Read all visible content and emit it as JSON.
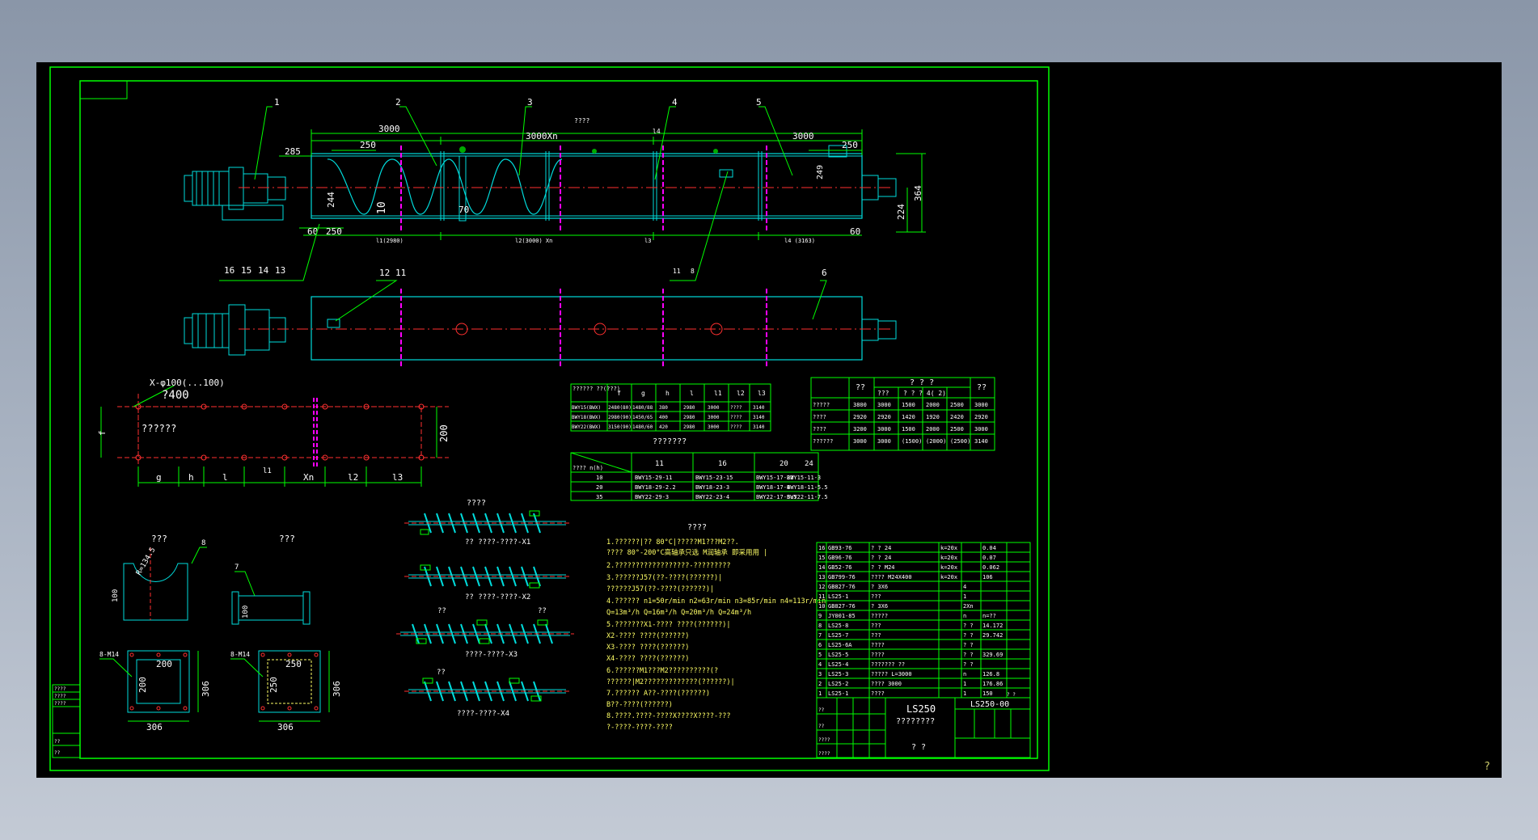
{
  "viewer": {
    "corner_mark": "?"
  },
  "colors": {
    "background": "#000000",
    "border": "#00ff00",
    "outline": "#00dcdc",
    "centerline": "#ff3030",
    "section": "#ff00ff",
    "text": "#ffffff",
    "dim": "#00ff00",
    "label": "#ffff66"
  },
  "elevation": {
    "part_labels": [
      "1",
      "2",
      "3",
      "4",
      "5"
    ],
    "dims_top": {
      "left": "3000",
      "mid": "3000Xn",
      "right": "3000",
      "overall": "????",
      "l4": "l4",
      "d285": "285",
      "d250a": "250",
      "d250b": "250"
    },
    "dims_side": {
      "d244": "244",
      "d10": "10",
      "d70": "70",
      "d249": "249",
      "d224": "224",
      "d364": "364"
    },
    "dims_bottom": {
      "d60a": "60",
      "d250": "250",
      "d60b": "60",
      "seg1": "l1(2980)",
      "seg2": "l2(3000) Xn",
      "seg3": "l3",
      "seg4": "l4 (3163)"
    },
    "lower_labels": [
      "16",
      "15",
      "14",
      "13",
      "11",
      "8"
    ]
  },
  "plan": {
    "labels": [
      "12",
      "11",
      "6"
    ]
  },
  "foundation": {
    "title": "X-φ100(...100)",
    "pitch": "?400",
    "inside": "??????",
    "height_dim": "200",
    "left_dim": "f",
    "bottom_dims": [
      "g",
      "h",
      "l",
      "l1",
      "Xn",
      "l2",
      "l3"
    ]
  },
  "dim_table": {
    "header": [
      "??????\n??(???)",
      "f",
      "g",
      "h",
      "l",
      "l1",
      "l2",
      "l3"
    ],
    "rows": [
      [
        "BWY15(BWX)",
        "2480(80)",
        "1480/88",
        "380",
        "2980",
        "3000",
        "????",
        "3140"
      ],
      [
        "BWY18(BWX)",
        "2980(90)",
        "1450/65",
        "400",
        "2980",
        "3000",
        "????",
        "3140"
      ],
      [
        "BWY22(BWX)",
        "3150(90)",
        "1480/60",
        "420",
        "2980",
        "3000",
        "????",
        "3140"
      ]
    ],
    "caption": "???????"
  },
  "tl_table": {
    "corner": "????\nn(h)",
    "cols": [
      "11",
      "16",
      "20",
      "24"
    ],
    "rows": [
      [
        "10",
        "BWY15-29-11",
        "BWY15-23-15",
        "BWY15-17-22",
        "BWY15-11-3"
      ],
      [
        "20",
        "BWY18-29-2.2",
        "BWY18-23-3",
        "BWY18-17-4",
        "BWY18-11-5.5"
      ],
      [
        "35",
        "BWY22-29-3",
        "BWY22-23-4",
        "BWY22-17-5.5",
        "BWY22-11-7.5"
      ]
    ]
  },
  "upper_right_table": {
    "h1": "??",
    "h2": "? ? ?",
    "h3": "??",
    "sub": [
      "???",
      "? ? ?  4(  2)"
    ],
    "rows": [
      [
        "?????",
        "3800",
        "3000",
        "1500",
        "2000",
        "2500",
        "3000"
      ],
      [
        "????",
        "2920",
        "2920",
        "1420",
        "1920",
        "2420",
        "2920"
      ],
      [
        "????",
        "3200",
        "3000",
        "1500",
        "2000",
        "2500",
        "3000"
      ],
      [
        "??????",
        "3000",
        "3000",
        "(1500)",
        "(2000)",
        "(2500)",
        "3140"
      ]
    ]
  },
  "details": {
    "title_a": "???",
    "title_b": "???",
    "label_8": "8",
    "label_7": "7",
    "r_dim": "R=134.5",
    "d100a": "100",
    "d100b": "100",
    "bolt_a": "8-M14",
    "bolt_b": "8-M14",
    "d200a": "200",
    "d200b": "200",
    "d250": "250",
    "d250v": "250",
    "d306a": "306",
    "d306av": "306",
    "d306b": "306",
    "d306bv": "306"
  },
  "screws": {
    "title": "????",
    "labels": [
      "?? ????-????-X1",
      "?? ????-????-X2",
      "????-????-X3",
      "????-????-X4"
    ],
    "marks": [
      "??",
      "??",
      "??"
    ]
  },
  "notes": {
    "title": "????",
    "lines": [
      "1.??????|??  80°C|?????M1???M2??.",
      "   ????  80°-200°C高轴承只选 M润轴承 即采用用 |",
      "2.??????????????????-?????????",
      "3.??????J57(??-????(??????)|",
      "   ??????J57(??-????(??????)|",
      "4.?????? n1=50r/min n2=63r/min n3=85r/min n4=113r/min",
      "        Q=13m³/h  Q=16m³/h  Q=20m³/h  Q=24m³/h",
      "5.???????X1-???? ????(??????)|",
      "   X2-???? ????(??????)",
      "   X3-???? ????(??????)",
      "   X4-???? ????(??????)",
      "6.??????M1???M2??????????(?",
      "   ??????|M2?????????????(??????)|",
      "7.?????? A??-????(??????)",
      "   B??-????(??????)",
      "8.????.????-????X????X????-???",
      "   ?-????-????-????"
    ]
  },
  "bom": {
    "rows": [
      [
        "16",
        "GB93-76",
        "? ? 24",
        "k=20x",
        "",
        "0.04"
      ],
      [
        "15",
        "GB96-76",
        "? ? 24",
        "k=20x",
        "",
        "0.07"
      ],
      [
        "14",
        "GB52-76",
        "? ? M24",
        "k=20x",
        "",
        "0.062"
      ],
      [
        "13",
        "GB799-76",
        "???? M24X400",
        "k=20x",
        "",
        "106"
      ],
      [
        "12",
        "GB827-76",
        "? 3X6",
        "",
        "4",
        ""
      ],
      [
        "11",
        "LS25-1",
        "???",
        "",
        "1",
        ""
      ],
      [
        "10",
        "GB827-76",
        "? 3X6",
        "",
        "2Xn",
        ""
      ],
      [
        "9",
        "JY001-85",
        "?????",
        "",
        "n",
        "n=??"
      ],
      [
        "8",
        "LS25-8",
        "???",
        "",
        "? ?",
        "14.172"
      ],
      [
        "7",
        "LS25-7",
        "???",
        "",
        "? ?",
        "29.742"
      ],
      [
        "6",
        "LS25-6A",
        "????",
        "",
        "? ?",
        ""
      ],
      [
        "5",
        "LS25-5",
        "????",
        "",
        "? ?",
        "329.69"
      ],
      [
        "4",
        "LS25-4",
        "??????? ??",
        "",
        "? ?",
        ""
      ],
      [
        "3",
        "LS25-3",
        "????? L=3000",
        "",
        "n",
        "126.8"
      ],
      [
        "2",
        "LS25-2",
        "???? 3000",
        "",
        "1",
        "176.86"
      ],
      [
        "1",
        "LS25-1",
        "????",
        "",
        "1",
        "150"
      ]
    ],
    "header_label": "? ?"
  },
  "title_block": {
    "name": "LS250",
    "subtitle": "????????",
    "drawing_no": "LS250-00",
    "company": "? ?",
    "small": [
      "??",
      "??",
      "????",
      "????"
    ]
  },
  "left_strip": {
    "lines": [
      "????",
      "????",
      "????",
      "??",
      "??"
    ]
  }
}
